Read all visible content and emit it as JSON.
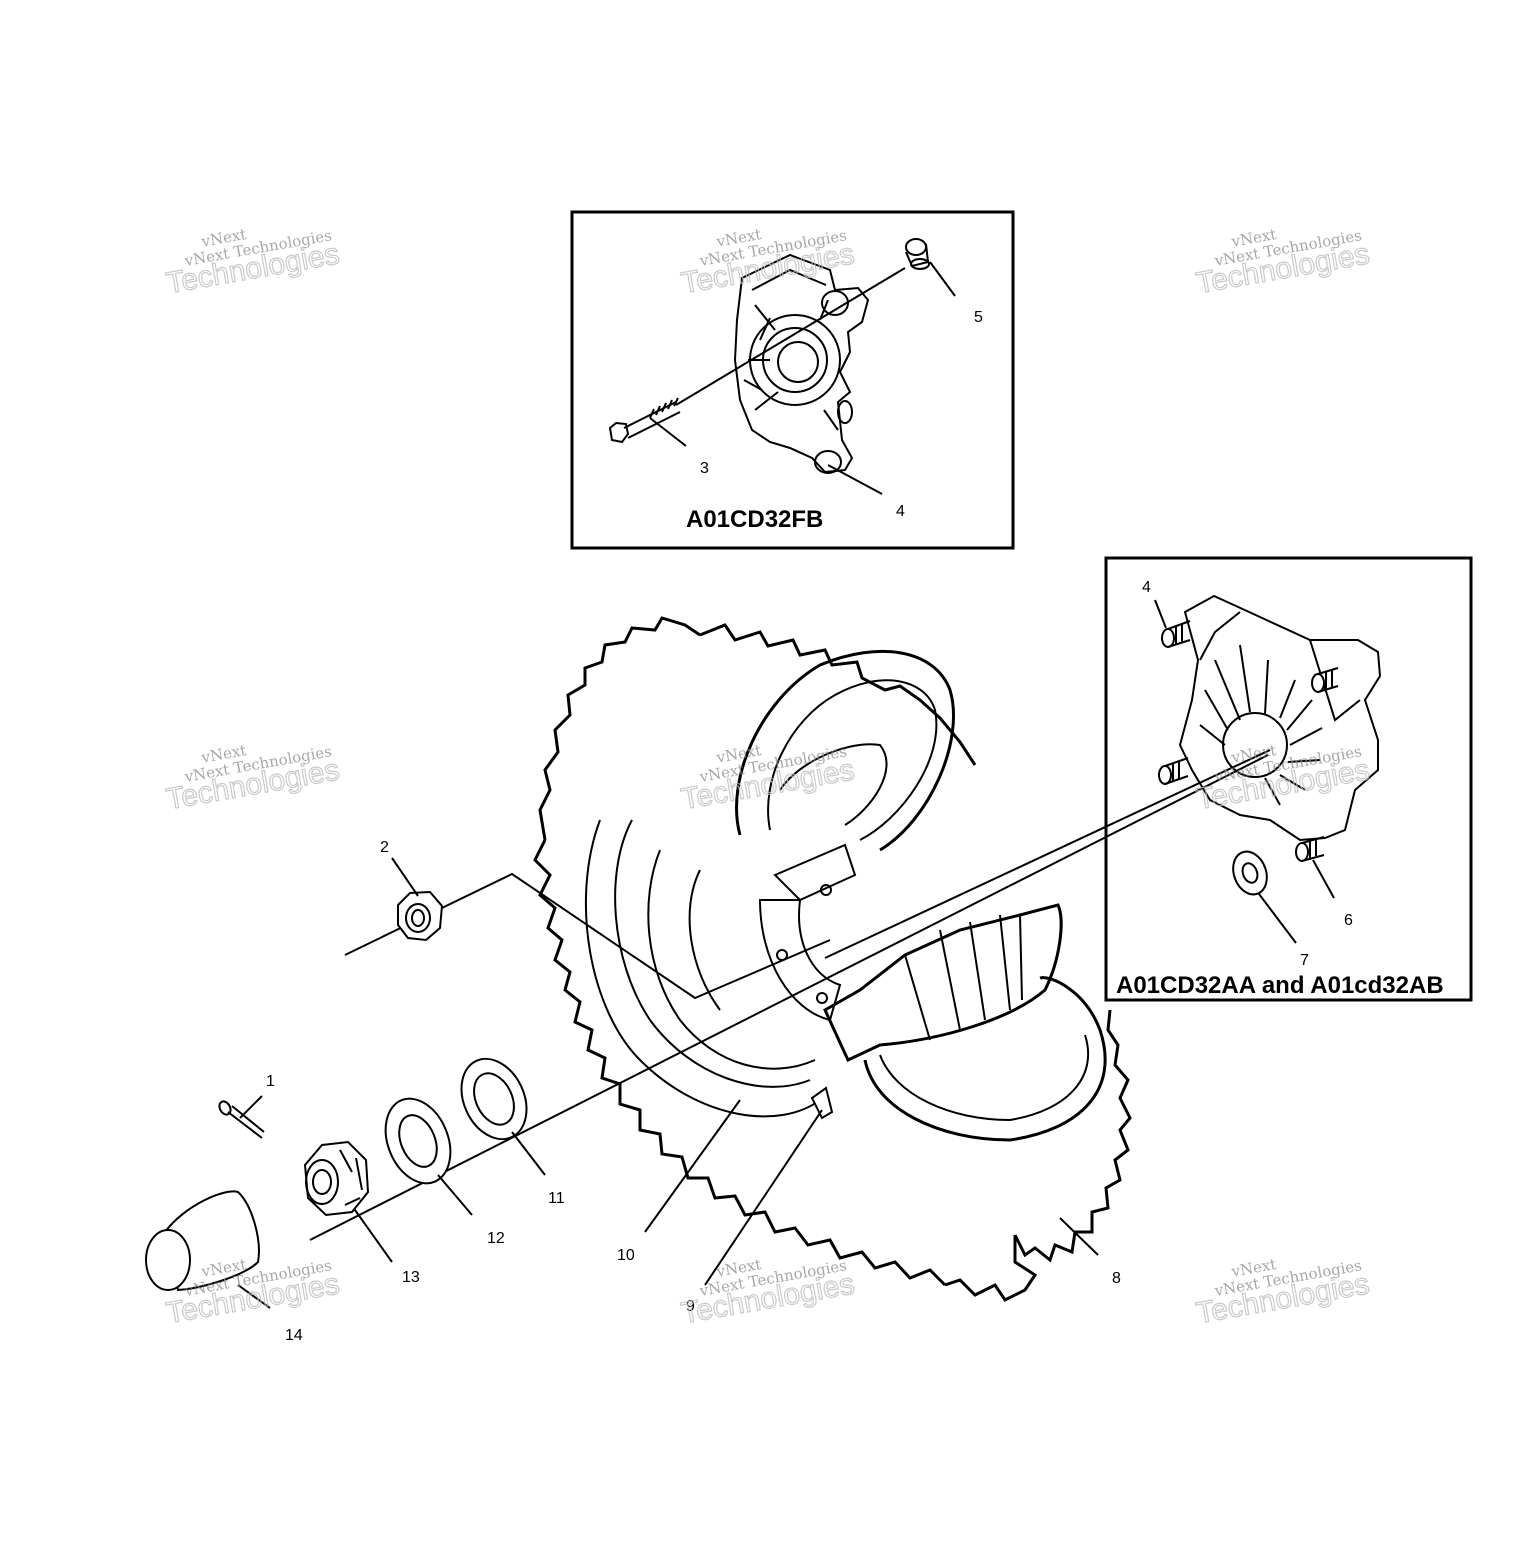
{
  "watermark": {
    "line1": "vNext",
    "line2": "vNext Technologies",
    "line3": "Technologies"
  },
  "insets": {
    "top": {
      "label": "A01CD32FB"
    },
    "right": {
      "label": "A01CD32AA and A01cd32AB"
    }
  },
  "callouts": {
    "c1": "1",
    "c2": "2",
    "c3": "3",
    "c4a": "4",
    "c4b": "4",
    "c5": "5",
    "c6": "6",
    "c7": "7",
    "c8": "8",
    "c9": "9",
    "c10": "10",
    "c11": "11",
    "c12": "12",
    "c13": "13",
    "c14": "14"
  }
}
